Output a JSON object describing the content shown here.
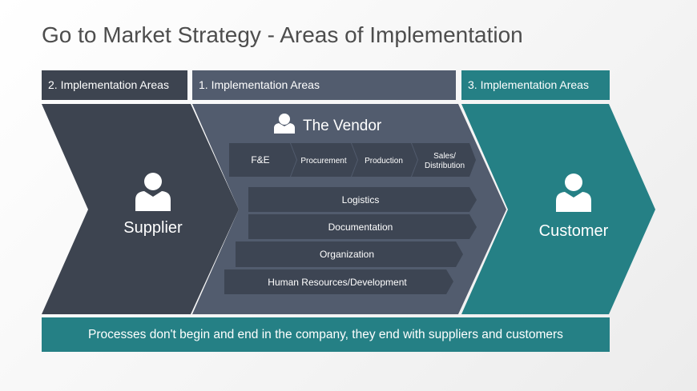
{
  "title": "Go to Market Strategy - Areas of Implementation",
  "headers": {
    "left": "2. Implementation Areas",
    "middle": "1. Implementation Areas",
    "right": "3. Implementation Areas"
  },
  "supplier": {
    "label": "Supplier",
    "icon": "person-icon"
  },
  "vendor": {
    "title": "The Vendor",
    "icon": "person-icon",
    "top_steps": [
      "F&E",
      "Procurement",
      "Production",
      "Sales/",
      "Distribution"
    ],
    "rows": [
      "Logistics",
      "Documentation",
      "Organization",
      "Human Resources/Development"
    ]
  },
  "customer": {
    "label": "Customer",
    "icon": "person-icon"
  },
  "footer": "Processes don't begin and end in the company, they end with suppliers and customers",
  "colors": {
    "dark": "#3d4450",
    "mid": "#525c6e",
    "teal": "#258085",
    "row": "#3d4553"
  }
}
